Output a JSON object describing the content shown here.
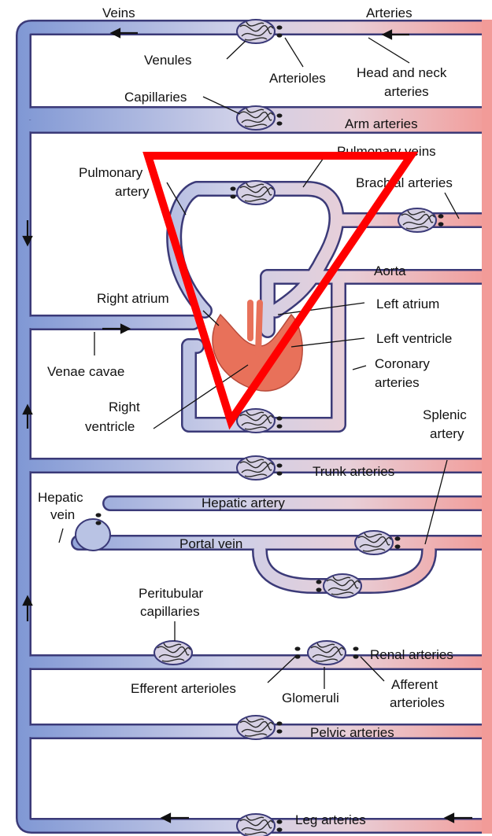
{
  "header": {
    "veins": "Veins",
    "arteries": "Arteries"
  },
  "labels": {
    "venules": "Venules",
    "arterioles": "Arterioles",
    "head_neck_1": "Head and neck",
    "head_neck_2": "arteries",
    "capillaries": "Capillaries",
    "arm_arteries": "Arm arteries",
    "pulmonary_veins": "Pulmonary veins",
    "pulmonary_artery_1": "Pulmonary",
    "pulmonary_artery_2": "artery",
    "brachial_arteries": "Brachial arteries",
    "aorta": "Aorta",
    "right_atrium": "Right atrium",
    "left_atrium": "Left atrium",
    "left_ventricle": "Left ventricle",
    "venae_cavae": "Venae cavae",
    "coronary_1": "Coronary",
    "coronary_2": "arteries",
    "right_ventricle_1": "Right",
    "right_ventricle_2": "ventricle",
    "splenic_1": "Splenic",
    "splenic_2": "artery",
    "trunk_arteries": "Trunk arteries",
    "hepatic_vein_1": "Hepatic",
    "hepatic_vein_2": "vein",
    "hepatic_artery": "Hepatic artery",
    "portal_vein": "Portal vein",
    "peritubular_1": "Peritubular",
    "peritubular_2": "capillaries",
    "renal_arteries": "Renal arteries",
    "efferent_arterioles": "Efferent arterioles",
    "glomeruli": "Glomeruli",
    "afferent_1": "Afferent",
    "afferent_2": "arterioles",
    "pelvic_arteries": "Pelvic arteries",
    "leg_arteries": "Leg arteries"
  },
  "colors": {
    "vein_blue": "#7f97d4",
    "artery_red": "#f29b98",
    "vessel_outline": "#3b3a78",
    "heart": "#e8715a",
    "annotation_red": "#ff0000"
  }
}
